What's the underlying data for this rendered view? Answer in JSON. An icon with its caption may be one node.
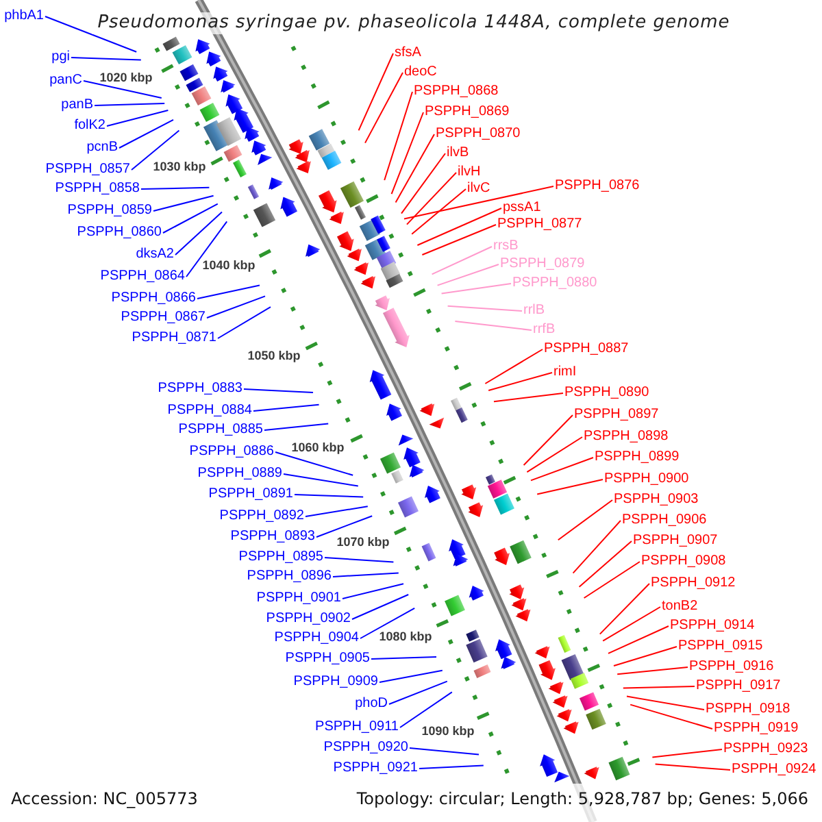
{
  "diagram": {
    "title": "Pseudomonas syringae pv. phaseolicola 1448A, complete genome",
    "nodes": [
      {
        "text": [
          "phbA1"
        ]
      },
      {
        "text": [
          "pgi"
        ]
      },
      {
        "text": [
          "panC"
        ]
      },
      {
        "text": [
          "panB"
        ]
      },
      {
        "text": [
          "folK2"
        ]
      },
      {
        "text": [
          "pcnB"
        ]
      },
      {
        "text": [
          "PSPPH_0857"
        ]
      },
      {
        "text": [
          "PSPPH_0858"
        ]
      },
      {
        "text": [
          "PSPPH_0859"
        ]
      },
      {
        "text": [
          "PSPPH_0860"
        ]
      },
      {
        "text": [
          "dksA2"
        ]
      },
      {
        "text": [
          "PSPPH_0864"
        ]
      },
      {
        "text": [
          "PSPPH_0866"
        ]
      },
      {
        "text": [
          "PSPPH_0867"
        ]
      },
      {
        "text": [
          "PSPPH_0871"
        ]
      },
      {
        "text": [
          "PSPPH_0883"
        ]
      },
      {
        "text": [
          "PSPPH_0884"
        ]
      },
      {
        "text": [
          "PSPPH_0885"
        ]
      },
      {
        "text": [
          "PSPPH_0886"
        ]
      },
      {
        "text": [
          "PSPPH_0889"
        ]
      },
      {
        "text": [
          "PSPPH_0891"
        ]
      },
      {
        "text": [
          "PSPPH_0892"
        ]
      },
      {
        "text": [
          "PSPPH_0893"
        ]
      },
      {
        "text": [
          "PSPPH_0895"
        ]
      },
      {
        "text": [
          "PSPPH_0896"
        ]
      },
      {
        "text": [
          "PSPPH_0901"
        ]
      },
      {
        "text": [
          "PSPPH_0902"
        ]
      },
      {
        "text": [
          "PSPPH_0904"
        ]
      },
      {
        "text": [
          "PSPPH_0905"
        ]
      },
      {
        "text": [
          "PSPPH_0909"
        ]
      },
      {
        "text": [
          "phoD"
        ]
      },
      {
        "text": [
          "PSPPH_0911"
        ]
      },
      {
        "text": [
          "PSPPH_0920"
        ]
      },
      {
        "text": [
          "PSPPH_0921"
        ]
      },
      {
        "text": [
          "sfsA"
        ]
      },
      {
        "text": [
          "deoC"
        ]
      },
      {
        "text": [
          "PSPPH_0868"
        ]
      },
      {
        "text": [
          "PSPPH_0869"
        ]
      },
      {
        "text": [
          "PSPPH_0870"
        ]
      },
      {
        "text": [
          "ilvB"
        ]
      },
      {
        "text": [
          "ilvH"
        ]
      },
      {
        "text": [
          "ilvC"
        ]
      },
      {
        "text": [
          "pssA1"
        ]
      },
      {
        "text": [
          "PSPPH_0876"
        ]
      },
      {
        "text": [
          "PSPPH_0877"
        ]
      },
      {
        "text": [
          "rrsB"
        ]
      },
      {
        "text": [
          "PSPPH_0879"
        ]
      },
      {
        "text": [
          "PSPPH_0880"
        ]
      },
      {
        "text": [
          "rrlB"
        ]
      },
      {
        "text": [
          "rrfB"
        ]
      },
      {
        "text": [
          "PSPPH_0887"
        ]
      },
      {
        "text": [
          "rimI"
        ]
      },
      {
        "text": [
          "PSPPH_0890"
        ]
      },
      {
        "text": [
          "PSPPH_0897"
        ]
      },
      {
        "text": [
          "PSPPH_0898"
        ]
      },
      {
        "text": [
          "PSPPH_0899"
        ]
      },
      {
        "text": [
          "PSPPH_0900"
        ]
      },
      {
        "text": [
          "PSPPH_0903"
        ]
      },
      {
        "text": [
          "PSPPH_0906"
        ]
      },
      {
        "text": [
          "PSPPH_0907"
        ]
      },
      {
        "text": [
          "PSPPH_0908"
        ]
      },
      {
        "text": [
          "PSPPH_0912"
        ]
      },
      {
        "text": [
          "tonB2"
        ]
      },
      {
        "text": [
          "PSPPH_0914"
        ]
      },
      {
        "text": [
          "PSPPH_0915"
        ]
      },
      {
        "text": [
          "PSPPH_0916"
        ]
      },
      {
        "text": [
          "PSPPH_0917"
        ]
      },
      {
        "text": [
          "PSPPH_0918"
        ]
      },
      {
        "text": [
          "PSPPH_0919"
        ]
      },
      {
        "text": [
          "PSPPH_0923"
        ]
      },
      {
        "text": [
          "PSPPH_0924"
        ]
      }
    ],
    "edges": [
      {
        "from": 0,
        "to": null,
        "arrow": "none"
      },
      {
        "from": 1,
        "to": null,
        "arrow": "none"
      },
      {
        "from": 2,
        "to": null,
        "arrow": "none"
      },
      {
        "from": 3,
        "to": null,
        "arrow": "none"
      },
      {
        "from": 4,
        "to": null,
        "arrow": "none"
      },
      {
        "from": 5,
        "to": null,
        "arrow": "none"
      },
      {
        "from": 6,
        "to": null,
        "arrow": "none"
      },
      {
        "from": 7,
        "to": null,
        "arrow": "none"
      },
      {
        "from": 8,
        "to": null,
        "arrow": "none"
      },
      {
        "from": 9,
        "to": null,
        "arrow": "none"
      },
      {
        "from": 10,
        "to": null,
        "arrow": "none"
      },
      {
        "from": 11,
        "to": null,
        "arrow": "none"
      },
      {
        "from": 12,
        "to": null,
        "arrow": "none"
      },
      {
        "from": 13,
        "to": null,
        "arrow": "none"
      },
      {
        "from": 14,
        "to": null,
        "arrow": "none"
      },
      {
        "from": 15,
        "to": null,
        "arrow": "none"
      },
      {
        "from": 16,
        "to": null,
        "arrow": "none"
      },
      {
        "from": 17,
        "to": null,
        "arrow": "none"
      },
      {
        "from": 18,
        "to": null,
        "arrow": "none"
      },
      {
        "from": 19,
        "to": null,
        "arrow": "none"
      },
      {
        "from": 20,
        "to": null,
        "arrow": "none"
      },
      {
        "from": 21,
        "to": null,
        "arrow": "none"
      },
      {
        "from": 22,
        "to": null,
        "arrow": "none"
      },
      {
        "from": 23,
        "to": null,
        "arrow": "none"
      },
      {
        "from": 24,
        "to": null,
        "arrow": "none"
      },
      {
        "from": 25,
        "to": null,
        "arrow": "none"
      },
      {
        "from": 26,
        "to": null,
        "arrow": "none"
      },
      {
        "from": 27,
        "to": null,
        "arrow": "none"
      },
      {
        "from": 28,
        "to": null,
        "arrow": "none"
      },
      {
        "from": 29,
        "to": null,
        "arrow": "none"
      },
      {
        "from": 30,
        "to": null,
        "arrow": "none"
      },
      {
        "from": 31,
        "to": null,
        "arrow": "none"
      },
      {
        "from": 32,
        "to": null,
        "arrow": "none"
      },
      {
        "from": 33,
        "to": null,
        "arrow": "none"
      },
      {
        "from": 34,
        "to": null,
        "arrow": "none",
        "color": "#ff0000"
      },
      {
        "from": 35,
        "to": null,
        "arrow": "none",
        "color": "#ff0000"
      },
      {
        "from": 36,
        "to": null,
        "arrow": "none",
        "color": "#ff0000"
      },
      {
        "from": 37,
        "to": null,
        "arrow": "none",
        "color": "#ff0000"
      },
      {
        "from": 38,
        "to": null,
        "arrow": "none",
        "color": "#ff0000"
      },
      {
        "from": 39,
        "to": null,
        "arrow": "none",
        "color": "#ff0000"
      },
      {
        "from": 40,
        "to": null,
        "arrow": "none",
        "color": "#ff0000"
      },
      {
        "from": 41,
        "to": null,
        "arrow": "none",
        "color": "#ff0000"
      },
      {
        "from": 42,
        "to": null,
        "arrow": "none",
        "color": "#ff0000"
      },
      {
        "from": 43,
        "to": null,
        "arrow": "none",
        "color": "#ff0000"
      },
      {
        "from": 44,
        "to": null,
        "arrow": "none",
        "color": "#ff0000"
      },
      {
        "from": 45,
        "to": null,
        "arrow": "none",
        "color": "#ff99cc"
      },
      {
        "from": 46,
        "to": null,
        "arrow": "none",
        "color": "#ff99cc"
      },
      {
        "from": 47,
        "to": null,
        "arrow": "none",
        "color": "#ff99cc"
      },
      {
        "from": 48,
        "to": null,
        "arrow": "none",
        "color": "#ff99cc"
      },
      {
        "from": 49,
        "to": null,
        "arrow": "none",
        "color": "#ff99cc"
      },
      {
        "from": 50,
        "to": null,
        "arrow": "none",
        "color": "#ff0000"
      },
      {
        "from": 51,
        "to": null,
        "arrow": "none",
        "color": "#ff0000"
      },
      {
        "from": 52,
        "to": null,
        "arrow": "none",
        "color": "#ff0000"
      },
      {
        "from": 53,
        "to": null,
        "arrow": "none",
        "color": "#ff0000"
      },
      {
        "from": 54,
        "to": null,
        "arrow": "none",
        "color": "#ff0000"
      },
      {
        "from": 55,
        "to": null,
        "arrow": "none",
        "color": "#ff0000"
      },
      {
        "from": 56,
        "to": null,
        "arrow": "none",
        "color": "#ff0000"
      },
      {
        "from": 57,
        "to": null,
        "arrow": "none",
        "color": "#ff0000"
      },
      {
        "from": 58,
        "to": null,
        "arrow": "none",
        "color": "#ff0000"
      },
      {
        "from": 59,
        "to": null,
        "arrow": "none",
        "color": "#ff0000"
      },
      {
        "from": 60,
        "to": null,
        "arrow": "none",
        "color": "#ff0000"
      },
      {
        "from": 61,
        "to": null,
        "arrow": "none",
        "color": "#ff0000"
      },
      {
        "from": 62,
        "to": null,
        "arrow": "none",
        "color": "#ff0000"
      },
      {
        "from": 63,
        "to": null,
        "arrow": "none",
        "color": "#ff0000"
      },
      {
        "from": 64,
        "to": null,
        "arrow": "none",
        "color": "#ff0000"
      },
      {
        "from": 65,
        "to": null,
        "arrow": "none",
        "color": "#ff0000"
      },
      {
        "from": 66,
        "to": null,
        "arrow": "none",
        "color": "#ff0000"
      },
      {
        "from": 67,
        "to": null,
        "arrow": "none",
        "color": "#ff0000"
      },
      {
        "from": 68,
        "to": null,
        "arrow": "none",
        "color": "#ff0000"
      },
      {
        "from": 69,
        "to": null,
        "arrow": "none",
        "color": "#ff0000"
      },
      {
        "from": 70,
        "to": null,
        "arrow": "none",
        "color": "#ff0000"
      }
    ],
    "labels": [
      "1020 kbp",
      "1030 kbp",
      "1040 kbp",
      "1050 kbp",
      "1060 kbp",
      "1070 kbp",
      "1080 kbp",
      "1090 kbp",
      "Accession: NC_005773",
      "Topology: circular; Length: 5,928,787 bp; Genes: 5,066"
    ]
  }
}
